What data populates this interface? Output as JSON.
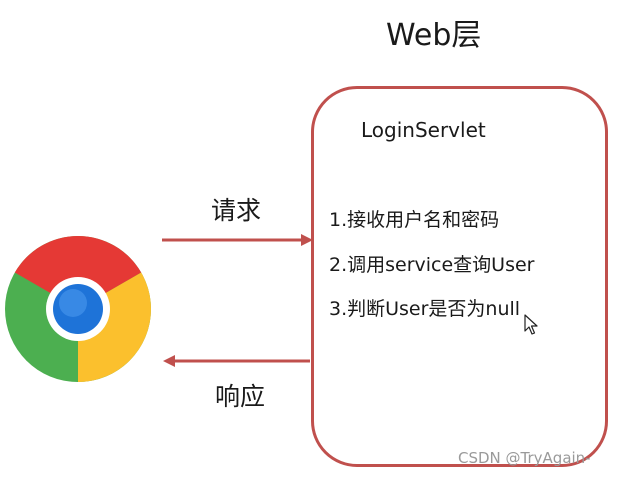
{
  "diagram": {
    "layer_title": "Web层",
    "servlet": {
      "name": "LoginServlet",
      "steps": [
        "1.接收用户名和密码",
        "2.调用service查询User",
        "3.判断User是否为null"
      ]
    },
    "request_label": "请求",
    "response_label": "响应",
    "colors": {
      "box_border": "#c0504d",
      "arrow": "#c0504d"
    }
  },
  "icons": {
    "browser": "chrome-logo-icon",
    "cursor": "mouse-cursor-icon"
  },
  "watermark": "CSDN @TryAgain-"
}
